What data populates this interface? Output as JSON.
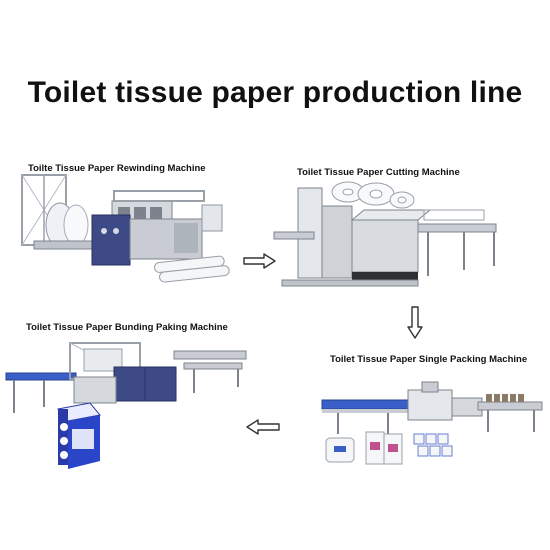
{
  "title": "Toilet tissue paper production line",
  "stages": [
    {
      "label": "Toilte Tissue Paper Rewinding Machine"
    },
    {
      "label": "Toilet Tissue Paper Cutting Machine"
    },
    {
      "label": "Toilet Tissue Paper Single Packing Machine"
    },
    {
      "label": "Toilet Tissue Paper Bunding Paking Machine"
    }
  ],
  "colors": {
    "machine_blue": "#3d4a86",
    "frame_steel": "#c9cdd3",
    "frame_dark": "#7d838c",
    "paper": "#f4f6f8",
    "belt_dark": "#2d2f33",
    "conveyor_blue": "#3b5fc8",
    "arrow_stroke": "#333333"
  }
}
